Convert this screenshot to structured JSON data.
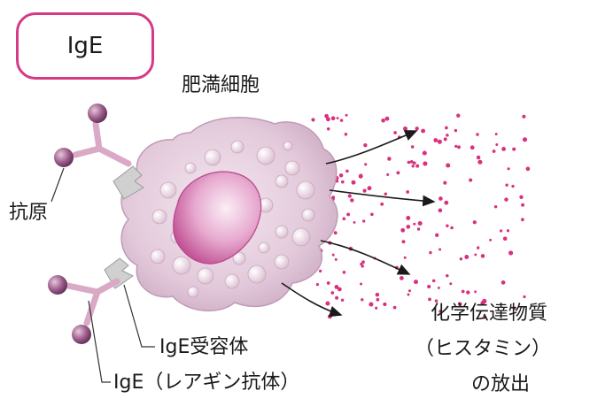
{
  "badge": {
    "text": "IgE",
    "border_color": "#d63a86"
  },
  "labels": {
    "mast_cell": "肥満細胞",
    "antigen": "抗原",
    "ige_receptor": "IgE受容体",
    "ige_antibody": "IgE（レアギン抗体）",
    "release_line1": "化学伝達物質",
    "release_line2": "（ヒスタミン）",
    "release_line3": "の放出"
  },
  "colors": {
    "cell": "#e6cfe0",
    "nucleus": "#d46fab",
    "mediator_dots": "#d9307f",
    "antibody": "#d9a9c6",
    "receptor": "#cfcfcf",
    "antigen_ball": "#8a4a78"
  }
}
